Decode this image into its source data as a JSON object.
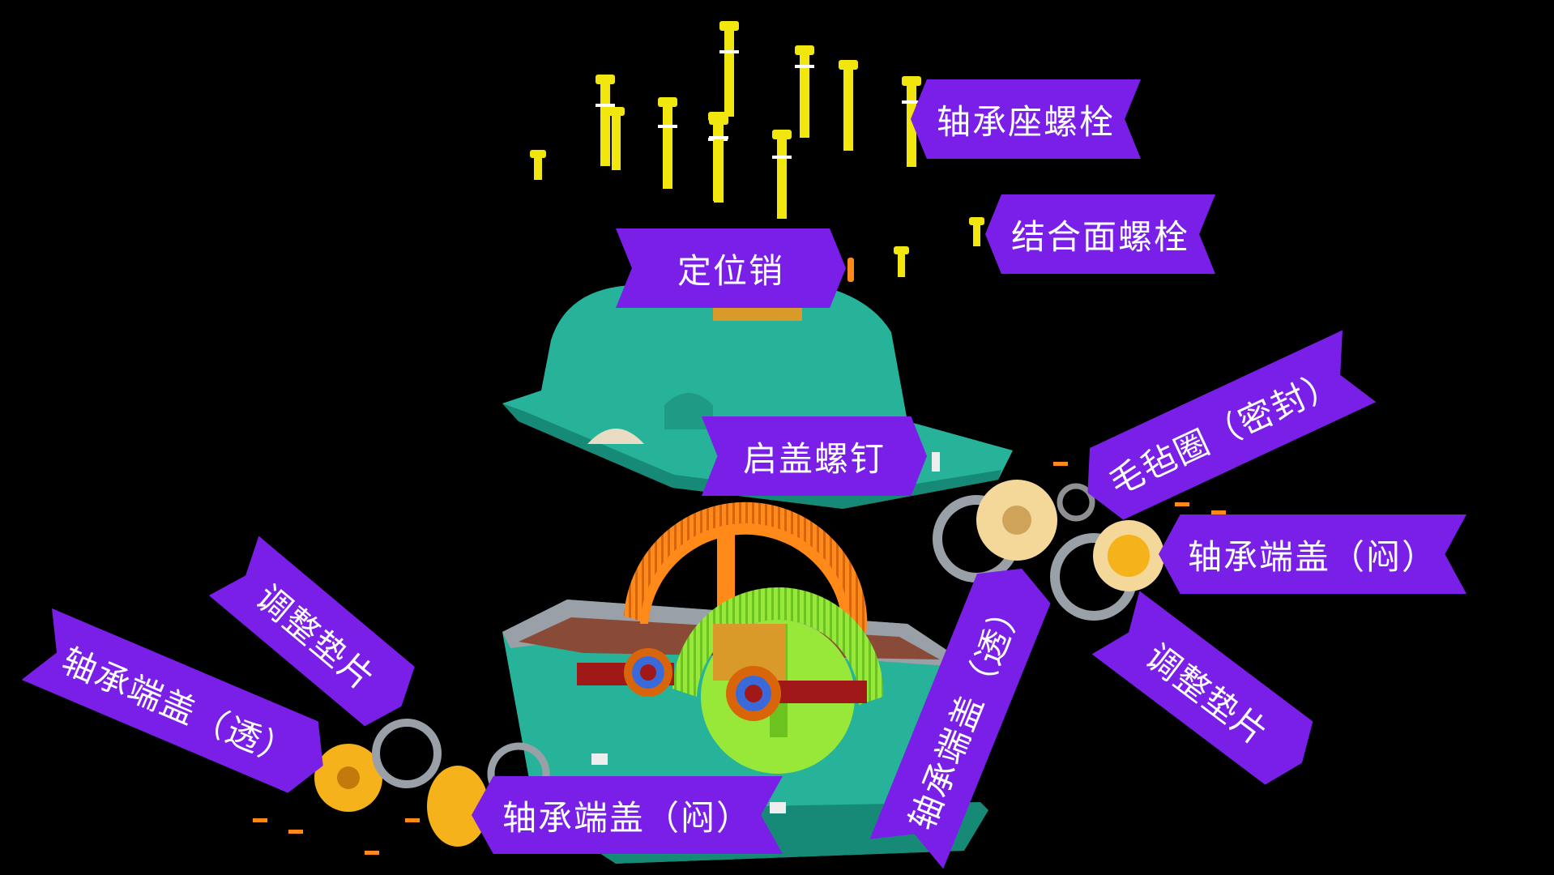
{
  "colors": {
    "background": "#000000",
    "callout": "#7a1fe8",
    "callout_text": "#ffffff",
    "housing": "#27b39a",
    "housing_dark": "#178a77",
    "bolt": "#f2e60f",
    "gear_large": "#ff8a1a",
    "gear_small": "#98e83a",
    "shaft": "#a01818",
    "end_cover": "#f5b21a",
    "gasket": "#9aa0a8",
    "felt_cover": "#f3d89a"
  },
  "labels": {
    "bearing_seat_bolt": "轴承座螺栓",
    "joint_face_bolt": "结合面螺栓",
    "locating_pin": "定位销",
    "jack_screw": "启盖螺钉",
    "felt_ring": "毛毡圈（密封）",
    "bearing_cover_closed_right": "轴承端盖（闷）",
    "adjust_shim_right": "调整垫片",
    "bearing_cover_through_right": "轴承端盖（透）",
    "bearing_cover_closed_bottom": "轴承端盖（闷）",
    "adjust_shim_left": "调整垫片",
    "bearing_cover_through_left": "轴承端盖（透）"
  }
}
